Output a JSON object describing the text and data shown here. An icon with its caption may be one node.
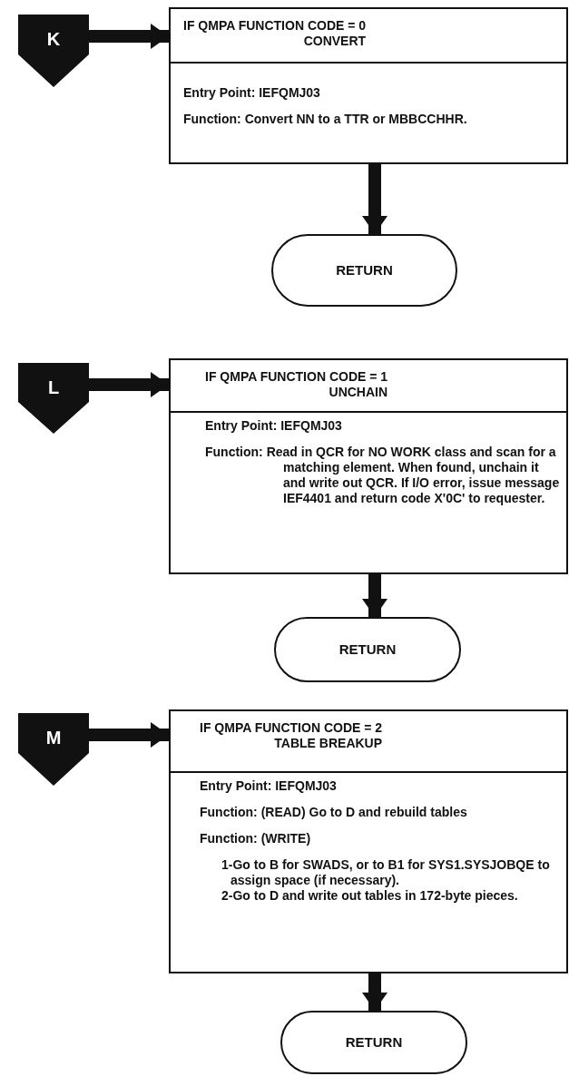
{
  "diagram": {
    "nodes": [
      {
        "text": [
          "K"
        ]
      },
      {
        "text": [
          "IF QMPA FUNCTION CODE = 0",
          "CONVERT",
          "Entry Point:  IEFQMJ03",
          "Function:  Convert NN to a TTR or MBBCCHHR."
        ]
      },
      {
        "text": [
          "RETURN"
        ]
      },
      {
        "text": [
          "L"
        ]
      },
      {
        "text": [
          "IF QMPA FUNCTION CODE = 1",
          "UNCHAIN",
          "Entry Point:  IEFQMJ03",
          "Function:  Read in QCR for NO WORK class and scan for a matching element. When found, unchain it and write out QCR. If I/O error, issue message IEF4401 and return code X'0C' to requester."
        ]
      },
      {
        "text": [
          "RETURN"
        ]
      },
      {
        "text": [
          "M"
        ]
      },
      {
        "text": [
          "IF QMPA FUNCTION CODE = 2",
          "TABLE BREAKUP",
          "Entry Point:  IEFQMJ03",
          "Function:  (READ) Go to D and rebuild tables",
          "Function:  (WRITE)",
          "1-Go to B for SWADS, or to B1 for SYS1.SYSJOBQE to assign space (if necessary).",
          "2-Go to D and write out tables in 172-byte pieces."
        ]
      },
      {
        "text": [
          "RETURN"
        ]
      }
    ],
    "edges": [
      {
        "from": 0,
        "to": 1,
        "arrow": "to"
      },
      {
        "from": 1,
        "to": 2,
        "arrow": "to"
      },
      {
        "from": 3,
        "to": 4,
        "arrow": "to"
      },
      {
        "from": 4,
        "to": 5,
        "arrow": "to"
      },
      {
        "from": 6,
        "to": 7,
        "arrow": "to"
      },
      {
        "from": 7,
        "to": 8,
        "arrow": "to"
      }
    ]
  }
}
